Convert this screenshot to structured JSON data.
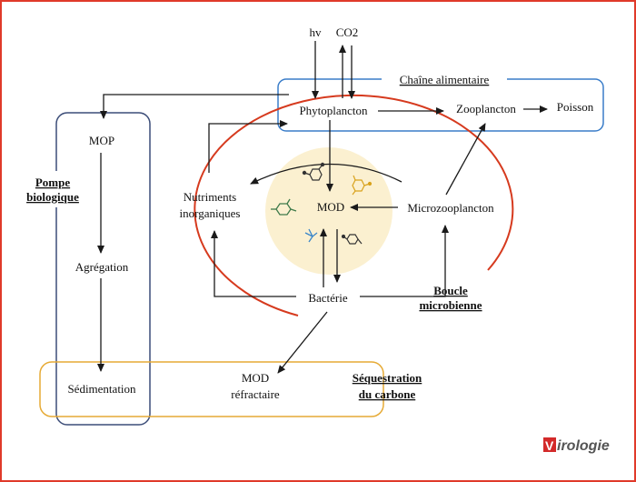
{
  "diagram": {
    "inputs": {
      "hv": "hv",
      "co2": "CO2"
    },
    "food_chain": {
      "title": "Chaîne alimentaire",
      "phytoplankton": "Phytoplancton",
      "zooplankton": "Zooplancton",
      "fish": "Poisson"
    },
    "biological_pump": {
      "title_line1": "Pompe",
      "title_line2": "biologique",
      "mop": "MOP",
      "aggregation": "Agrégation",
      "sedimentation": "Sédimentation"
    },
    "microbial_loop": {
      "title_line1": "Boucle",
      "title_line2": "microbienne",
      "nutrients_line1": "Nutriments",
      "nutrients_line2": "inorganiques",
      "mod": "MOD",
      "microzooplankton": "Microzooplancton",
      "bacteria": "Bactérie"
    },
    "sequestration": {
      "title_line1": "Séquestration",
      "title_line2": "du carbone",
      "refractory_line1": "MOD",
      "refractory_line2": "réfractaire"
    },
    "colors": {
      "frame": "#e03a2a",
      "food_chain_box": "#3a7dc9",
      "pump_box": "#3c4d78",
      "sequestration_box": "#e6aa35",
      "microbial_loop": "#d63a1e",
      "mod_halo": "#fbf0d0",
      "arrow": "#1a1a1a"
    },
    "icons": [
      "molecule-icon-dark",
      "molecule-icon-yellow",
      "molecule-icon-green",
      "molecule-icon-blue-star",
      "molecule-icon-dark-small"
    ]
  },
  "brand": {
    "logo_text": "irologie",
    "logo_initial": "V"
  }
}
